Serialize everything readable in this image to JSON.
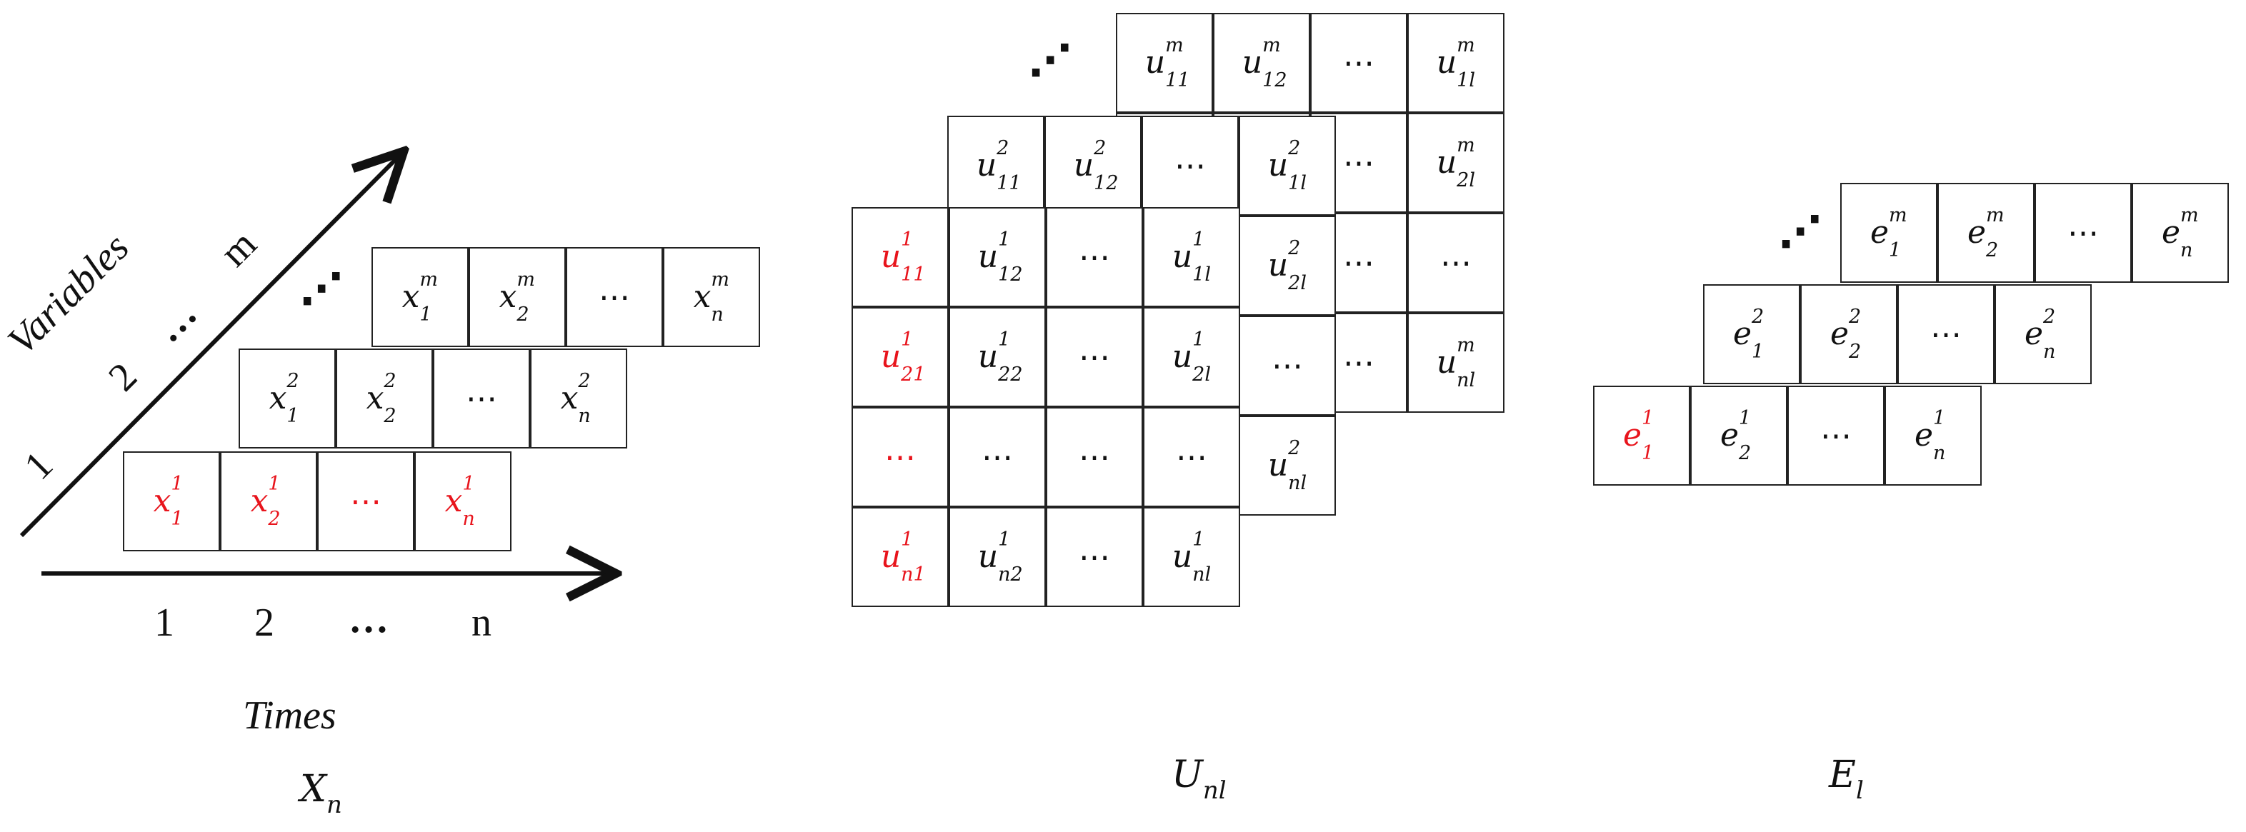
{
  "x_diagram": {
    "axis_x_ticks": [
      "1",
      "2",
      "…",
      "n"
    ],
    "axis_x_title": "Times",
    "axis_y_ticks": [
      "1",
      "2",
      "…",
      "m"
    ],
    "axis_y_title": "Variables",
    "caption": {
      "base": "X",
      "sub": "n"
    },
    "layer_dots": "⋰",
    "layers": [
      {
        "name": "m",
        "cells": [
          {
            "b": "x",
            "sup": "m",
            "sub": "1"
          },
          {
            "b": "x",
            "sup": "m",
            "sub": "2"
          },
          {
            "t": "⋯"
          },
          {
            "b": "x",
            "sup": "m",
            "sub": "n"
          }
        ]
      },
      {
        "name": "2",
        "cells": [
          {
            "b": "x",
            "sup": "2",
            "sub": "1"
          },
          {
            "b": "x",
            "sup": "2",
            "sub": "2"
          },
          {
            "t": "⋯"
          },
          {
            "b": "x",
            "sup": "2",
            "sub": "n"
          }
        ]
      },
      {
        "name": "1",
        "highlight": "#e8141c",
        "cells": [
          {
            "b": "x",
            "sup": "1",
            "sub": "1"
          },
          {
            "b": "x",
            "sup": "1",
            "sub": "2"
          },
          {
            "t": "⋯"
          },
          {
            "b": "x",
            "sup": "1",
            "sub": "n"
          }
        ]
      }
    ]
  },
  "u_diagram": {
    "caption": {
      "base": "U",
      "sub": "nl"
    },
    "layer_dots": "⋰",
    "highlight": "#e8141c",
    "layer_m": [
      [
        {
          "b": "u",
          "sup": "m",
          "sub": "11"
        },
        {
          "b": "u",
          "sup": "m",
          "sub": "12"
        },
        {
          "t": "⋯"
        },
        {
          "b": "u",
          "sup": "m",
          "sub": "1l"
        }
      ],
      [
        {
          "t": "⋯"
        },
        {
          "t": "⋯"
        },
        {
          "t": "⋯"
        },
        {
          "b": "u",
          "sup": "m",
          "sub": "2l"
        }
      ],
      [
        {
          "t": "⋯"
        },
        {
          "t": "⋯"
        },
        {
          "t": "⋯"
        },
        {
          "t": "⋯"
        }
      ],
      [
        {
          "t": "⋯"
        },
        {
          "t": "⋯"
        },
        {
          "t": "⋯"
        },
        {
          "b": "u",
          "sup": "m",
          "sub": "nl"
        }
      ]
    ],
    "layer_2": [
      [
        {
          "b": "u",
          "sup": "2",
          "sub": "11"
        },
        {
          "b": "u",
          "sup": "2",
          "sub": "12"
        },
        {
          "t": "⋯"
        },
        {
          "b": "u",
          "sup": "2",
          "sub": "1l"
        }
      ],
      [
        {
          "t": ""
        },
        {
          "t": ""
        },
        {
          "t": ""
        },
        {
          "b": "u",
          "sup": "2",
          "sub": "2l"
        }
      ],
      [
        {
          "t": ""
        },
        {
          "t": ""
        },
        {
          "t": ""
        },
        {
          "t": "⋯"
        }
      ],
      [
        {
          "t": ""
        },
        {
          "t": ""
        },
        {
          "t": ""
        },
        {
          "b": "u",
          "sup": "2",
          "sub": "nl"
        }
      ]
    ],
    "layer_1": [
      [
        {
          "b": "u",
          "sup": "1",
          "sub": "11",
          "red": true
        },
        {
          "b": "u",
          "sup": "1",
          "sub": "12"
        },
        {
          "t": "⋯"
        },
        {
          "b": "u",
          "sup": "1",
          "sub": "1l"
        }
      ],
      [
        {
          "b": "u",
          "sup": "1",
          "sub": "21",
          "red": true
        },
        {
          "b": "u",
          "sup": "1",
          "sub": "22"
        },
        {
          "t": "⋯"
        },
        {
          "b": "u",
          "sup": "1",
          "sub": "2l"
        }
      ],
      [
        {
          "t": "⋯",
          "red": true
        },
        {
          "t": "⋯"
        },
        {
          "t": "⋯"
        },
        {
          "t": "⋯"
        }
      ],
      [
        {
          "b": "u",
          "sup": "1",
          "sub": "n1",
          "red": true
        },
        {
          "b": "u",
          "sup": "1",
          "sub": "n2"
        },
        {
          "t": "⋯"
        },
        {
          "b": "u",
          "sup": "1",
          "sub": "nl"
        }
      ]
    ]
  },
  "e_diagram": {
    "caption": {
      "base": "E",
      "sub": "l"
    },
    "layer_dots": "⋰",
    "highlight": "#e8141c",
    "layers": [
      {
        "name": "m",
        "cells": [
          {
            "b": "e",
            "sup": "m",
            "sub": "1"
          },
          {
            "b": "e",
            "sup": "m",
            "sub": "2"
          },
          {
            "t": "⋯"
          },
          {
            "b": "e",
            "sup": "m",
            "sub": "n"
          }
        ]
      },
      {
        "name": "2",
        "cells": [
          {
            "b": "e",
            "sup": "2",
            "sub": "1"
          },
          {
            "b": "e",
            "sup": "2",
            "sub": "2"
          },
          {
            "t": "⋯"
          },
          {
            "b": "e",
            "sup": "2",
            "sub": "n"
          }
        ]
      },
      {
        "name": "1",
        "cells": [
          {
            "b": "e",
            "sup": "1",
            "sub": "1",
            "red": true
          },
          {
            "b": "e",
            "sup": "1",
            "sub": "2"
          },
          {
            "t": "⋯"
          },
          {
            "b": "e",
            "sup": "1",
            "sub": "n"
          }
        ]
      }
    ]
  }
}
